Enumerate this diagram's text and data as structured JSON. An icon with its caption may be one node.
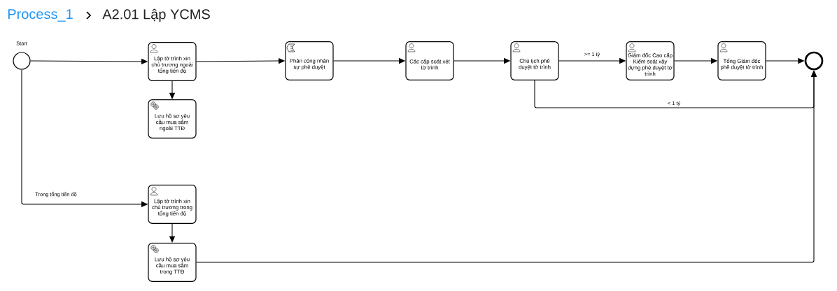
{
  "diagram": {
    "title": "A2.01 Lập YCMS",
    "labels": [
      "Process_1"
    ],
    "nodes": [
      {
        "text": [],
        "shape": "circle",
        "beside": [
          "Start"
        ]
      },
      {
        "text": [
          "Lập tờ trình xin chủ trương ngoài tổng tiến độ"
        ]
      },
      {
        "text": [
          "Lưu hồ sơ yêu cầu mua sắm ngoài TTĐ"
        ]
      },
      {
        "text": [
          "Phân công nhân sự phê duyệt"
        ]
      },
      {
        "text": [
          "Các cấp soát xét tờ trình"
        ]
      },
      {
        "text": [
          "Chủ tịch phê duyệt tờ trình"
        ]
      },
      {
        "text": [
          "Giám đốc Cao cấp Kiểm soát xây dựng phê duyệt tờ trình"
        ]
      },
      {
        "text": [
          "Tổng Giám đốc phê duyệt tờ trình"
        ]
      },
      {
        "text": [],
        "shape": "circle"
      },
      {
        "text": [
          "Lập tờ trình xin chủ trương trong tổng tiến độ"
        ]
      },
      {
        "text": [
          "Lưu hồ sơ yêu cầu mua sắm trong TTĐ"
        ]
      }
    ],
    "edges": [
      {
        "from": 0,
        "to": 1,
        "arrow": "to"
      },
      {
        "from": 1,
        "to": 2,
        "arrow": "to"
      },
      {
        "from": 1,
        "to": 3,
        "arrow": "to"
      },
      {
        "from": 3,
        "to": 4,
        "arrow": "to"
      },
      {
        "from": 4,
        "to": 5,
        "arrow": "to"
      },
      {
        "from": 5,
        "to": 6,
        "arrow": "to",
        "label": ">= 1 tỷ"
      },
      {
        "from": 6,
        "to": 7,
        "arrow": "to"
      },
      {
        "from": 7,
        "to": 8,
        "arrow": "to"
      },
      {
        "from": 5,
        "to": 8,
        "arrow": "to",
        "label": "< 1 tỷ"
      },
      {
        "from": 0,
        "to": 9,
        "arrow": "to",
        "label": "Trong tổng tiến độ"
      },
      {
        "from": 9,
        "to": 10,
        "arrow": "to"
      },
      {
        "from": 10,
        "to": 8,
        "arrow": "to"
      }
    ]
  }
}
